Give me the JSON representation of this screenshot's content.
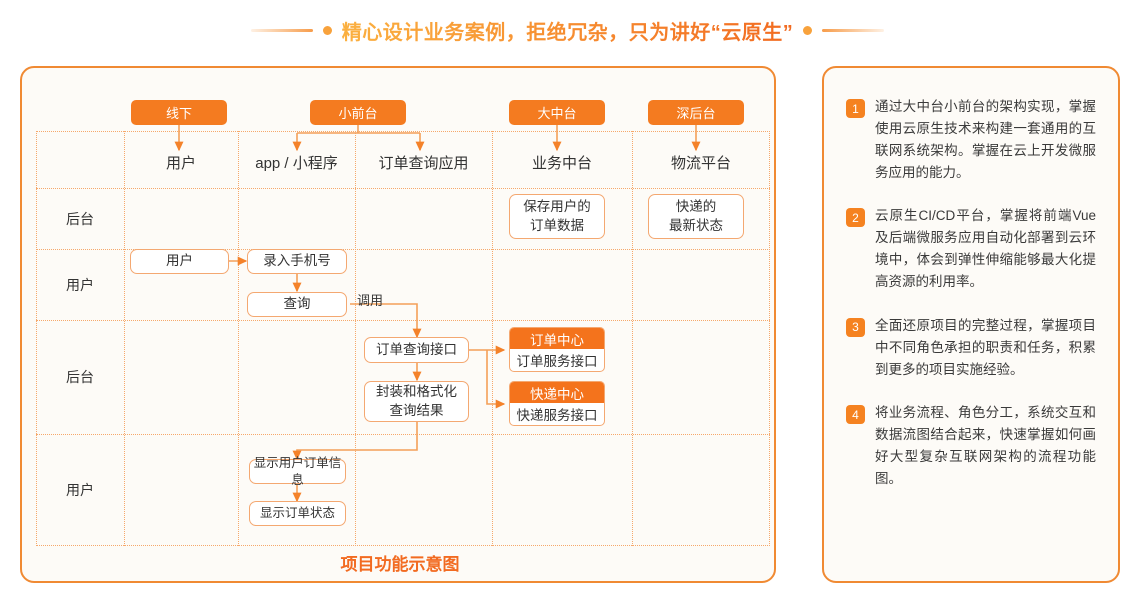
{
  "title": {
    "text": "精心设计业务案例，拒绝冗杂，只为讲好“云原生”",
    "accent": "#f26b21"
  },
  "diagram": {
    "caption": "项目功能示意图",
    "badges": [
      {
        "key": "offline",
        "label": "线下"
      },
      {
        "key": "small-front",
        "label": "小前台"
      },
      {
        "key": "mid-platform",
        "label": "大中台"
      },
      {
        "key": "deep-backend",
        "label": "深后台"
      }
    ],
    "column_headers": [
      {
        "key": "user",
        "label": "用户"
      },
      {
        "key": "app",
        "label": "app / 小程序"
      },
      {
        "key": "order-query-app",
        "label": "订单查询应用"
      },
      {
        "key": "business-mid",
        "label": "业务中台"
      },
      {
        "key": "logistics",
        "label": "物流平台"
      }
    ],
    "row_labels": [
      {
        "key": "row-backend-1",
        "label": "后台"
      },
      {
        "key": "row-user-1",
        "label": "用户"
      },
      {
        "key": "row-backend-2",
        "label": "后台"
      },
      {
        "key": "row-user-2",
        "label": "用户"
      }
    ],
    "boxes": [
      {
        "key": "save-order-data",
        "label": "保存用户的\n订单数据"
      },
      {
        "key": "latest-express-state",
        "label": "快递的\n最新状态"
      },
      {
        "key": "user-actor",
        "label": "用户"
      },
      {
        "key": "enter-phone",
        "label": "录入手机号"
      },
      {
        "key": "query",
        "label": "查询"
      },
      {
        "key": "order-query-interface",
        "label": "订单查询接口"
      },
      {
        "key": "format-result",
        "label": "封装和格式化\n查询结果"
      },
      {
        "key": "show-order-info",
        "label": "显示用户订单信息"
      },
      {
        "key": "show-order-status",
        "label": "显示订单状态"
      }
    ],
    "service_boxes": [
      {
        "key": "order-center",
        "head": "订单中心",
        "body": "订单服务接口"
      },
      {
        "key": "express-center",
        "head": "快递中心",
        "body": "快递服务接口"
      }
    ],
    "edge_labels": [
      {
        "key": "invoke",
        "label": "调用"
      }
    ]
  },
  "goals": {
    "items": [
      {
        "num": "1",
        "text": "通过大中台小前台的架构实现，掌握使用云原生技术来构建一套通用的互联网系统架构。掌握在云上开发微服务应用的能力。"
      },
      {
        "num": "2",
        "text": "云原生CI/CD平台，掌握将前端Vue及后端微服务应用自动化部署到云环境中，体会到弹性伸缩能够最大化提高资源的利用率。"
      },
      {
        "num": "3",
        "text": "全面还原项目的完整过程，掌握项目中不同角色承担的职责和任务，积累到更多的项目实施经验。"
      },
      {
        "num": "4",
        "text": "将业务流程、角色分工，系统交互和数据流图结合起来，快速掌握如何画好大型复杂互联网架构的流程功能图。"
      }
    ]
  }
}
